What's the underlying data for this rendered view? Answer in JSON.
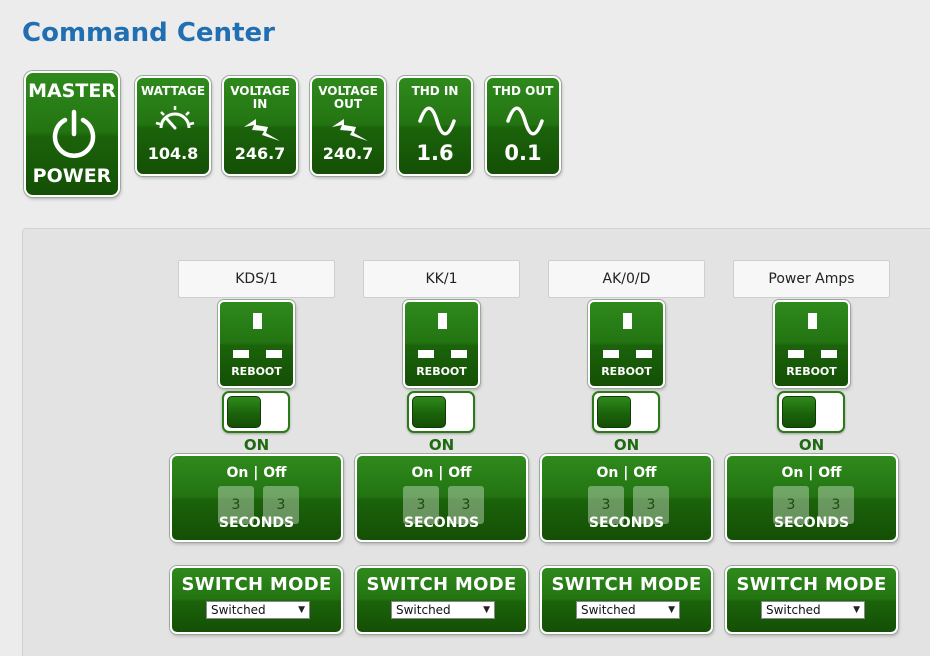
{
  "page": {
    "title": "Command Center"
  },
  "master": {
    "top_label": "MASTER",
    "bottom_label": "POWER",
    "icon": "power-icon"
  },
  "meters": [
    {
      "label": "WATTAGE",
      "value": "104.8",
      "icon": "gauge-icon"
    },
    {
      "label": "VOLTAGE IN",
      "value": "246.7",
      "icon": "lightning-icon"
    },
    {
      "label": "VOLTAGE OUT",
      "value": "240.7",
      "icon": "lightning-icon"
    },
    {
      "label": "THD IN",
      "value": "1.6",
      "icon": "sine-wave-icon"
    },
    {
      "label": "THD OUT",
      "value": "0.1",
      "icon": "sine-wave-icon"
    }
  ],
  "outlets": [
    {
      "name": "KDS/1",
      "reboot_label": "REBOOT",
      "state_label": "ON",
      "timer_label": "On | Off",
      "on_seconds": "3",
      "off_seconds": "3",
      "seconds_label": "SECONDS",
      "switch_title": "SWITCH MODE",
      "switch_value": "Switched"
    },
    {
      "name": "KK/1",
      "reboot_label": "REBOOT",
      "state_label": "ON",
      "timer_label": "On | Off",
      "on_seconds": "3",
      "off_seconds": "3",
      "seconds_label": "SECONDS",
      "switch_title": "SWITCH MODE",
      "switch_value": "Switched"
    },
    {
      "name": "AK/0/D",
      "reboot_label": "REBOOT",
      "state_label": "ON",
      "timer_label": "On | Off",
      "on_seconds": "3",
      "off_seconds": "3",
      "seconds_label": "SECONDS",
      "switch_title": "SWITCH MODE",
      "switch_value": "Switched"
    },
    {
      "name": "Power Amps",
      "reboot_label": "REBOOT",
      "state_label": "ON",
      "timer_label": "On | Off",
      "on_seconds": "3",
      "off_seconds": "3",
      "seconds_label": "SECONDS",
      "switch_title": "SWITCH MODE",
      "switch_value": "Switched"
    }
  ],
  "colors": {
    "title_blue": "#1f6fb2",
    "green": "#237412",
    "dark_green": "#144f05"
  }
}
